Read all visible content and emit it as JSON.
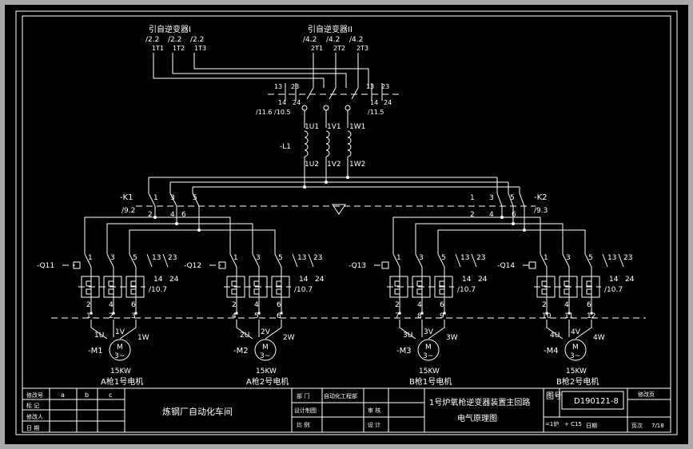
{
  "sources": {
    "inv1_title": "引自逆变器I",
    "inv1_refs": [
      "/2.2",
      "/2.2",
      "/2.2"
    ],
    "inv1_terms": [
      "1T1",
      "1T2",
      "1T3"
    ],
    "inv2_title": "引自逆变器II",
    "inv2_refs": [
      "/4.2",
      "/4.2",
      "/4.2"
    ],
    "inv2_terms": [
      "2T1",
      "2T2",
      "2T3"
    ]
  },
  "top_aux": {
    "left": {
      "c13": "13",
      "c23": "23",
      "c14": "14",
      "c24": "24",
      "ref": "/11.6 /10.5"
    },
    "right": {
      "c13": "13",
      "c23": "23",
      "c14": "14",
      "c24": "24",
      "ref": "/11.5"
    }
  },
  "reactor": {
    "tag": "-L1",
    "top": [
      "1U1",
      "1V1",
      "1W1"
    ],
    "bottom": [
      "1U2",
      "1V2",
      "1W2"
    ]
  },
  "switches": {
    "k1": {
      "tag": "-K1",
      "ref": "/9.2",
      "top": [
        "1",
        "3",
        "5"
      ],
      "bottom": [
        "2",
        "4",
        "6"
      ]
    },
    "k2": {
      "tag": "-K2",
      "ref": "/9.3",
      "top": [
        "1",
        "3",
        "5"
      ],
      "bottom": [
        "2",
        "4",
        "6"
      ]
    }
  },
  "breakers": [
    {
      "tag": "-Q11",
      "top": [
        "1",
        "3",
        "5"
      ],
      "aux": [
        "13",
        "23",
        "14",
        "24"
      ],
      "ref": "/10.7",
      "out": [
        "2",
        "4",
        "6"
      ],
      "conn": [
        "1",
        "2",
        "3"
      ],
      "uvw": [
        "1U",
        "1V",
        "1W"
      ],
      "motor": "-M1",
      "power": "15KW",
      "name": "A枪1号电机"
    },
    {
      "tag": "-Q12",
      "top": [
        "1",
        "3",
        "5"
      ],
      "aux": [
        "13",
        "23",
        "14",
        "24"
      ],
      "ref": "/10.7",
      "out": [
        "2",
        "4",
        "6"
      ],
      "conn": [
        "4",
        "5",
        "6"
      ],
      "uvw": [
        "2U",
        "2V",
        "2W"
      ],
      "motor": "-M2",
      "power": "15KW",
      "name": "A枪2号电机"
    },
    {
      "tag": "-Q13",
      "top": [
        "1",
        "3",
        "5"
      ],
      "aux": [
        "13",
        "23",
        "14",
        "24"
      ],
      "ref": "/10.7",
      "out": [
        "2",
        "4",
        "6"
      ],
      "conn": [
        "7",
        "8",
        "9"
      ],
      "uvw": [
        "3U",
        "3V",
        "3W"
      ],
      "motor": "-M3",
      "power": "15KW",
      "name": "B枪1号电机"
    },
    {
      "tag": "-Q14",
      "top": [
        "1",
        "3",
        "5"
      ],
      "aux": [
        "13",
        "23",
        "14",
        "24"
      ],
      "ref": "/10.7",
      "out": [
        "2",
        "4",
        "6"
      ],
      "conn": [
        "10",
        "11",
        "12"
      ],
      "uvw": [
        "4U",
        "4V",
        "4W"
      ],
      "motor": "-M4",
      "power": "15KW",
      "name": "B枪2号电机"
    }
  ],
  "motor_symbol": {
    "m": "M",
    "phase": "3~"
  },
  "title_block": {
    "rev_rows": [
      "修改号",
      "标 记",
      "修改人",
      "日 期"
    ],
    "rev_cols": [
      "a",
      "b",
      "c"
    ],
    "company": "炼钢厂自动化车间",
    "dept_label": "部 门",
    "dept_value": "自动化工程部",
    "design_label": "设计制图",
    "check_label": "审 核",
    "ratio_label": "比 例",
    "approve_label": "设 计",
    "drawing_title_1": "1号炉氧枪逆变器装置主回路",
    "drawing_title_2": "电气原理图",
    "dwg_no_label": "图号",
    "dwg_no": "D190121-8",
    "mod_label": "修改页",
    "bottom_left": "=1炉",
    "bottom_mid": "+ C15",
    "date_label": "日期",
    "page_label": "页次",
    "page": "7/18"
  }
}
